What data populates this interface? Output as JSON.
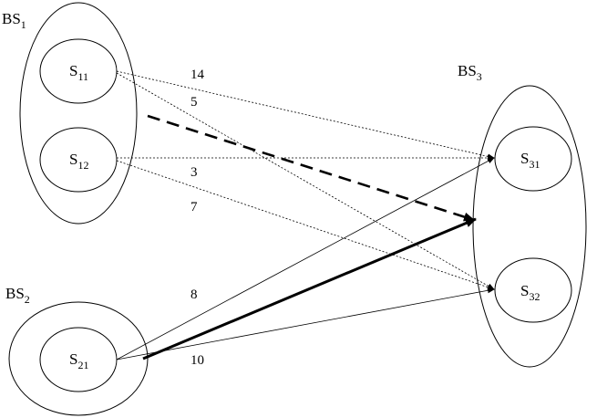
{
  "groups": {
    "bs1": {
      "base": "BS",
      "sub": "1"
    },
    "bs2": {
      "base": "BS",
      "sub": "2"
    },
    "bs3": {
      "base": "BS",
      "sub": "3"
    }
  },
  "nodes": {
    "s11": {
      "base": "S",
      "sub": "11"
    },
    "s12": {
      "base": "S",
      "sub": "12"
    },
    "s21": {
      "base": "S",
      "sub": "21"
    },
    "s31": {
      "base": "S",
      "sub": "31"
    },
    "s32": {
      "base": "S",
      "sub": "32"
    }
  },
  "edge_weights": {
    "s11_s31": "14",
    "s11_s32": "5",
    "s12_s31": "3",
    "s12_s32": "7",
    "s21_s31": "8",
    "s21_s32": "10"
  },
  "colors": {
    "stroke": "#000000",
    "background": "#ffffff"
  }
}
